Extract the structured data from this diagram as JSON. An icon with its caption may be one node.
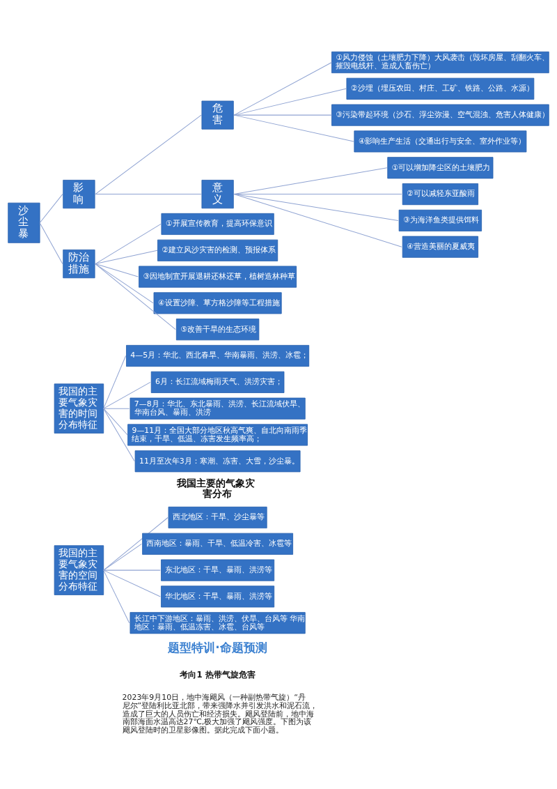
{
  "diagram": {
    "nodes": [
      {
        "text": [
          "沙尘暴"
        ]
      },
      {
        "text": [
          "影响"
        ]
      },
      {
        "text": [
          "危害"
        ]
      },
      {
        "text": [
          "①风力侵蚀（土壤肥力下降）大风袭击（毁坏房屋、刮翻火车、摧毁电线杆、造成人畜伤亡）"
        ]
      },
      {
        "text": [
          "②沙埋（埋压农田、村庄、工矿、铁路、公路、水源）"
        ]
      },
      {
        "text": [
          "③污染带起环境（沙石、浮尘弥漫、空气混浊、危害人体健康）"
        ]
      },
      {
        "text": [
          "④影响生产生活（交通出行与安全、室外作业等）"
        ]
      },
      {
        "text": [
          "意义"
        ]
      },
      {
        "text": [
          "①可以增加降尘区的土壤肥力"
        ]
      },
      {
        "text": [
          "②可以减轻东亚酸雨"
        ]
      },
      {
        "text": [
          "③为海洋鱼类提供饵料"
        ]
      },
      {
        "text": [
          "④营造美丽的夏威夷"
        ]
      },
      {
        "text": [
          "防治措施"
        ]
      },
      {
        "text": [
          "①开展宣传教育，提高环保意识"
        ]
      },
      {
        "text": [
          "②建立风沙灾害的检测、预报体系"
        ]
      },
      {
        "text": [
          "③因地制宜开展退耕还林还草，植树造林种草"
        ]
      },
      {
        "text": [
          "④设置沙障、草方格沙障等工程措施"
        ]
      },
      {
        "text": [
          "⑤改善干旱的生态环境"
        ]
      },
      {
        "text": [
          "我国的主要气象灾害的时间分布特征"
        ]
      },
      {
        "text": [
          "4—5月：华北、西北春旱、华南暴雨、洪涝、冰雹；"
        ]
      },
      {
        "text": [
          "6月：长江流域梅雨天气、洪涝灾害；"
        ]
      },
      {
        "text": [
          "7—8月：华北、东北暴雨、洪涝、长江流域伏旱、华南台风、暴雨、洪涝"
        ]
      },
      {
        "text": [
          "9—11月：全国大部分地区秋高气爽、自北向南雨季结束，干旱、低温、冻害发生频率高；"
        ]
      },
      {
        "text": [
          "11月至次年3月：寒潮、冻害、大雪，沙尘暴。"
        ]
      },
      {
        "text": [
          "我国的主要气象灾害的空间分布特征"
        ]
      },
      {
        "text": [
          "西北地区：干旱、沙尘暴等"
        ]
      },
      {
        "text": [
          "西南地区：暴雨、干旱、低温冷害、冰雹等"
        ]
      },
      {
        "text": [
          "东北地区：干旱、暴雨、洪涝等"
        ]
      },
      {
        "text": [
          "华北地区：干旱、暴雨、洪涝等"
        ]
      },
      {
        "text": [
          "长江中下游地区：暴雨、洪涝、伏旱、台风等 华南地区：暴雨、低温冻害、冰雹、台风等"
        ]
      }
    ],
    "edges": [
      {
        "from": 0,
        "to": 1,
        "arrow": "none"
      },
      {
        "from": 0,
        "to": 12,
        "arrow": "none"
      },
      {
        "from": 1,
        "to": 2,
        "arrow": "none"
      },
      {
        "from": 1,
        "to": 7,
        "arrow": "none"
      },
      {
        "from": 2,
        "to": 3,
        "arrow": "none"
      },
      {
        "from": 2,
        "to": 4,
        "arrow": "none"
      },
      {
        "from": 2,
        "to": 5,
        "arrow": "none"
      },
      {
        "from": 2,
        "to": 6,
        "arrow": "none"
      },
      {
        "from": 7,
        "to": 8,
        "arrow": "none"
      },
      {
        "from": 7,
        "to": 9,
        "arrow": "none"
      },
      {
        "from": 7,
        "to": 10,
        "arrow": "none"
      },
      {
        "from": 7,
        "to": 11,
        "arrow": "none"
      },
      {
        "from": 12,
        "to": 13,
        "arrow": "none"
      },
      {
        "from": 12,
        "to": 14,
        "arrow": "none"
      },
      {
        "from": 12,
        "to": 15,
        "arrow": "none"
      },
      {
        "from": 12,
        "to": 16,
        "arrow": "none"
      },
      {
        "from": 12,
        "to": 17,
        "arrow": "none"
      },
      {
        "from": 18,
        "to": 19,
        "arrow": "none"
      },
      {
        "from": 18,
        "to": 20,
        "arrow": "none"
      },
      {
        "from": 18,
        "to": 21,
        "arrow": "none"
      },
      {
        "from": 18,
        "to": 22,
        "arrow": "none"
      },
      {
        "from": 18,
        "to": 23,
        "arrow": "none"
      },
      {
        "from": 24,
        "to": 25,
        "arrow": "none"
      },
      {
        "from": 24,
        "to": 26,
        "arrow": "none"
      },
      {
        "from": 24,
        "to": 27,
        "arrow": "none"
      },
      {
        "from": 24,
        "to": 28,
        "arrow": "none"
      },
      {
        "from": 24,
        "to": 29,
        "arrow": "none"
      }
    ],
    "labels": [
      "我国主要的气象灾害分布",
      "题型特训·命题预测",
      "考向1 热带气旋危害",
      "2023年9月10日，地中海飓风（一种副热带气旋）“丹尼尔”登陆利比亚北部，带来强降水并引发洪水和泥石流，造成了巨大的人员伤亡和经济损失。飓风登陆前，地中海南部海面水温高达27℃,极大加强了飓风强度。下图为该飓风登陆时的卫星影像图。据此完成下面小题。"
    ]
  }
}
